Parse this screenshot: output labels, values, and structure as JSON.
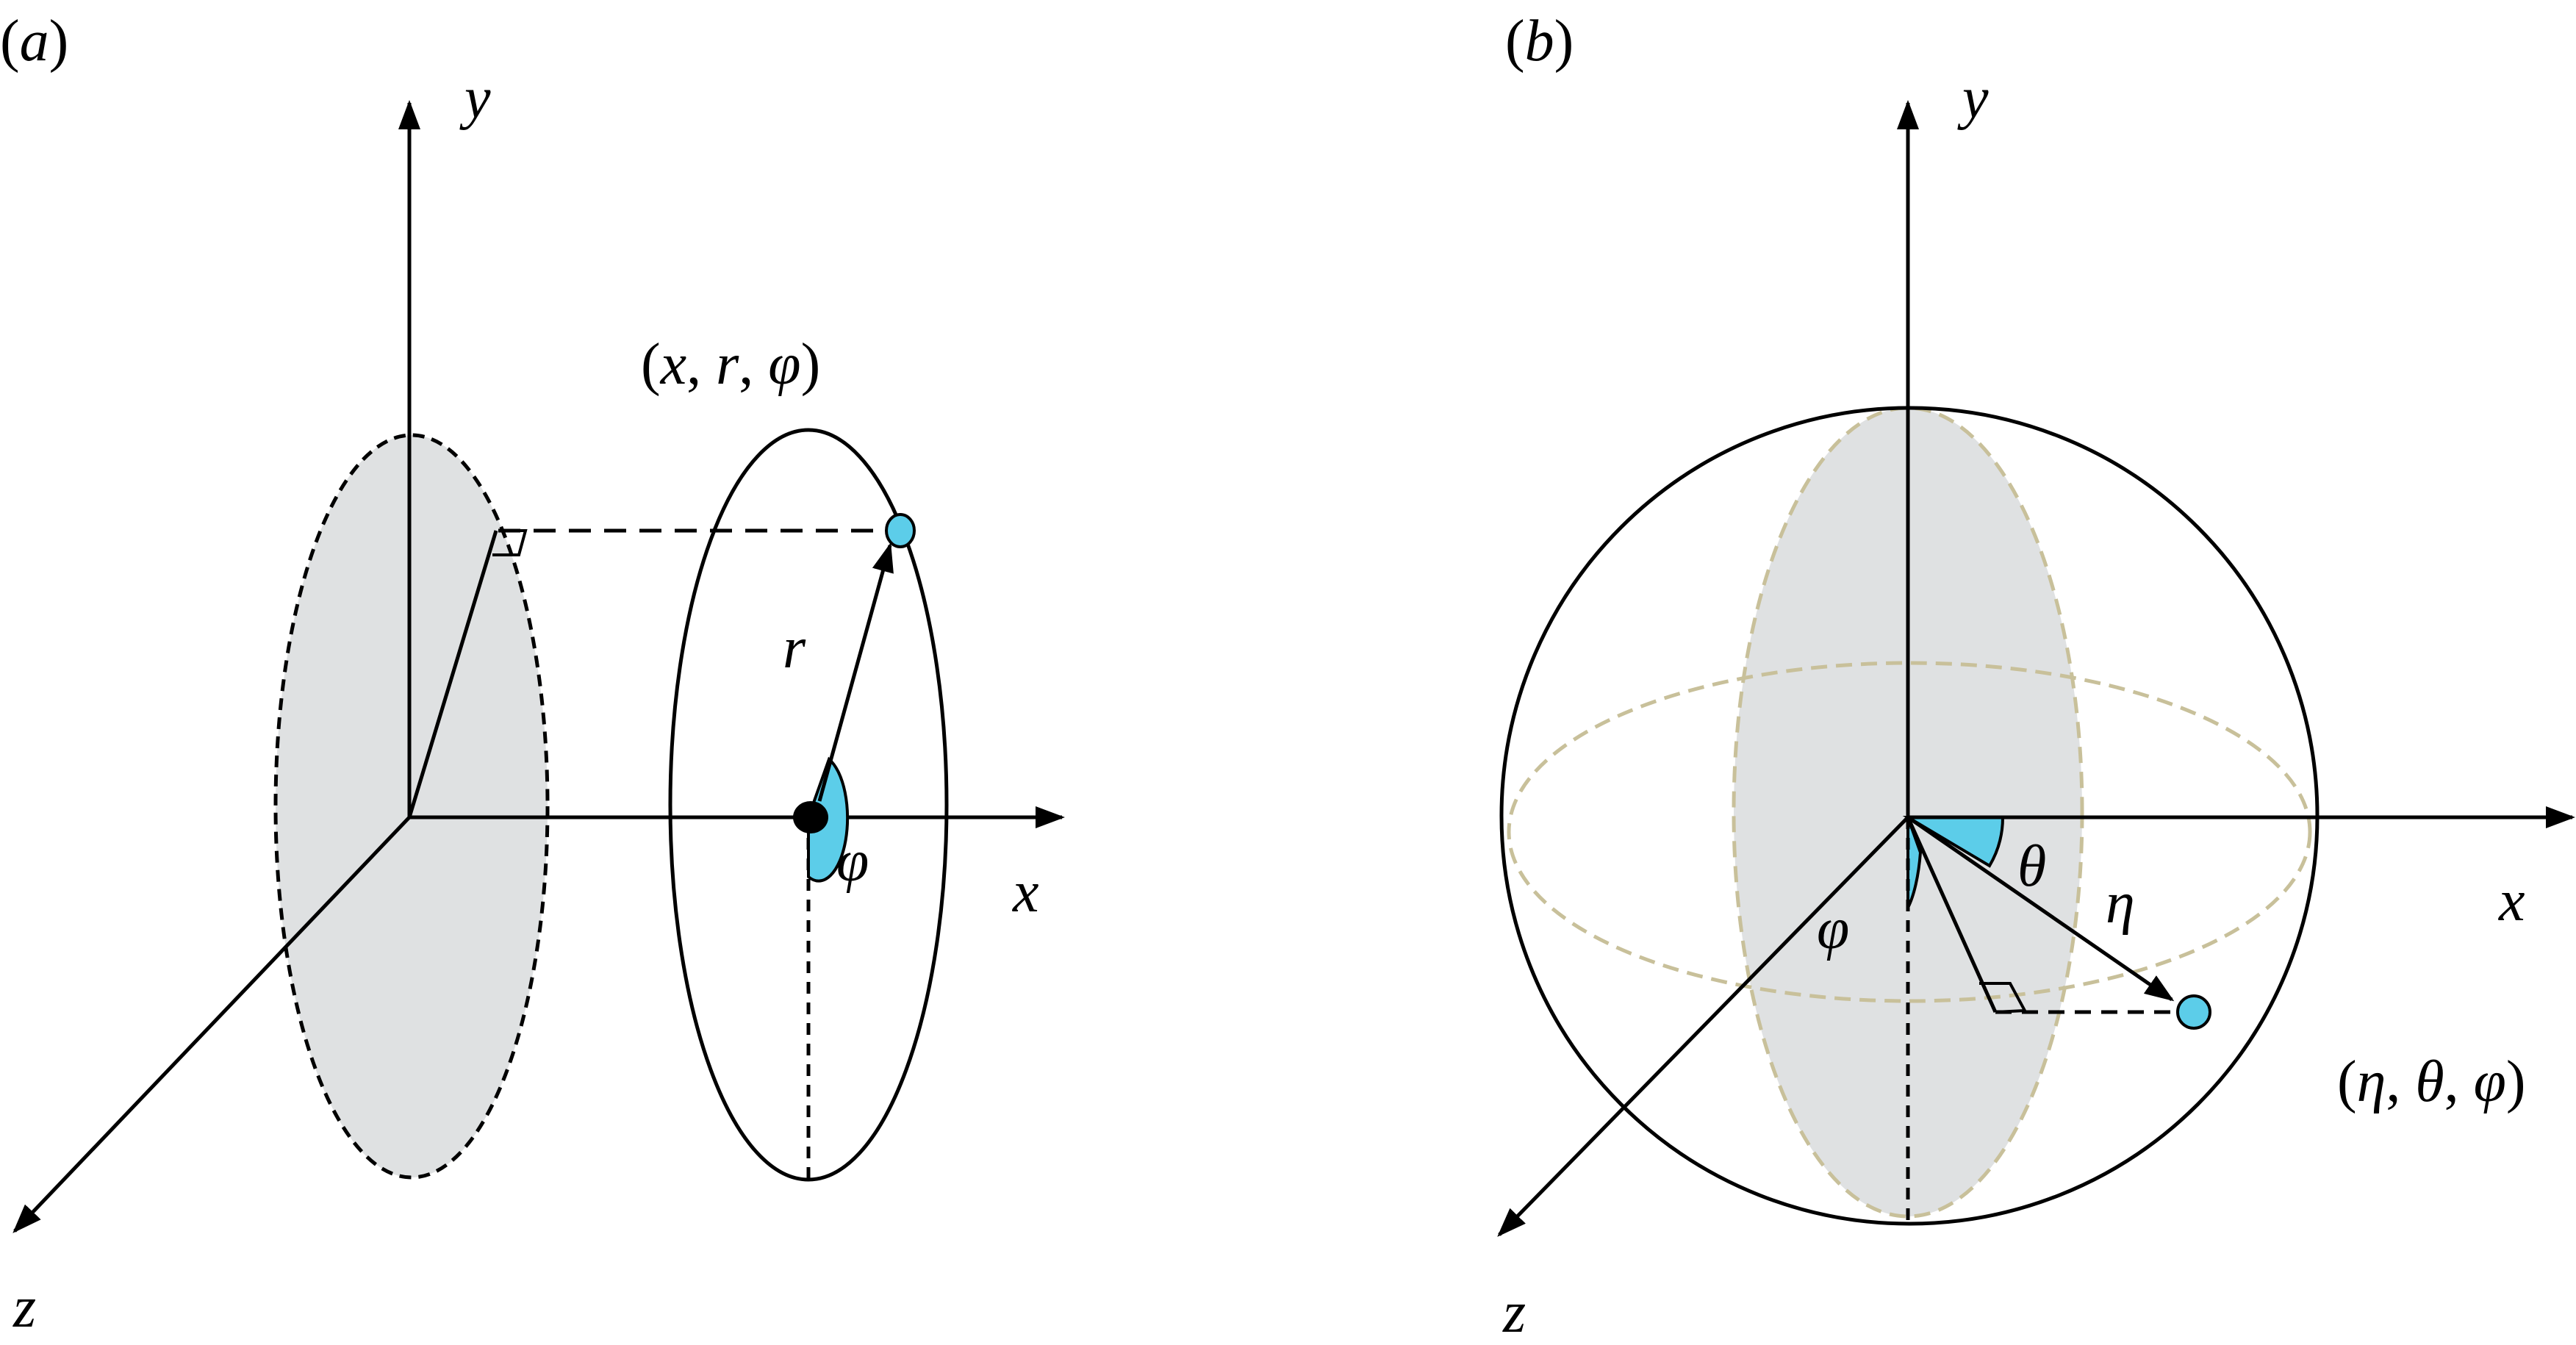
{
  "panel_a": {
    "tag_open": "(",
    "tag_letter": "a",
    "tag_close": ")",
    "axis_y": "y",
    "axis_x": "x",
    "axis_z": "z",
    "coord_open": "(",
    "coord_x": "x",
    "coord_sep1": ", ",
    "coord_r": "r",
    "coord_sep2": ", ",
    "coord_phi": "φ",
    "coord_close": ")",
    "radius_label": "r",
    "angle_label": "φ"
  },
  "panel_b": {
    "tag_open": "(",
    "tag_letter": "b",
    "tag_close": ")",
    "axis_y": "y",
    "axis_x": "x",
    "axis_z": "z",
    "theta_label": "θ",
    "eta_label": "η",
    "phi_label": "φ",
    "coord_open": "(",
    "coord_eta": "η",
    "coord_sep1": ", ",
    "coord_theta": "θ",
    "coord_sep2": ", ",
    "coord_phi": "φ",
    "coord_close": ")"
  },
  "colors": {
    "disk_fill": "#dfe1e2",
    "point_fill": "#5ccde9",
    "angle_fill": "#5ccde9",
    "hidden_edge": "#c8c09a",
    "ink": "#000000"
  }
}
